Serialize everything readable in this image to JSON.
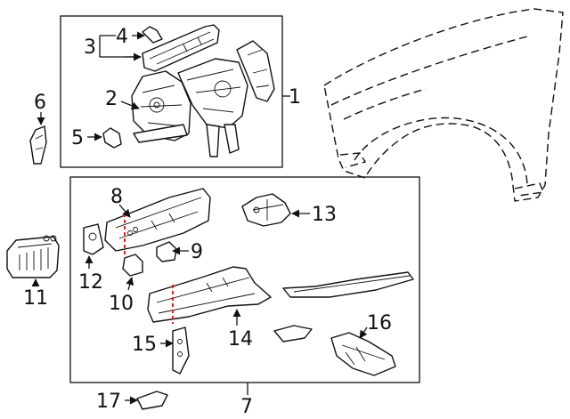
{
  "callouts": {
    "c1": "1",
    "c2": "2",
    "c3": "3",
    "c4": "4",
    "c5": "5",
    "c6": "6",
    "c7": "7",
    "c8": "8",
    "c9": "9",
    "c10": "10",
    "c11": "11",
    "c12": "12",
    "c13": "13",
    "c14": "14",
    "c15": "15",
    "c16": "16",
    "c17": "17"
  },
  "colors": {
    "line": "#111111",
    "cut_line": "#dd2222",
    "background": "#ffffff"
  }
}
